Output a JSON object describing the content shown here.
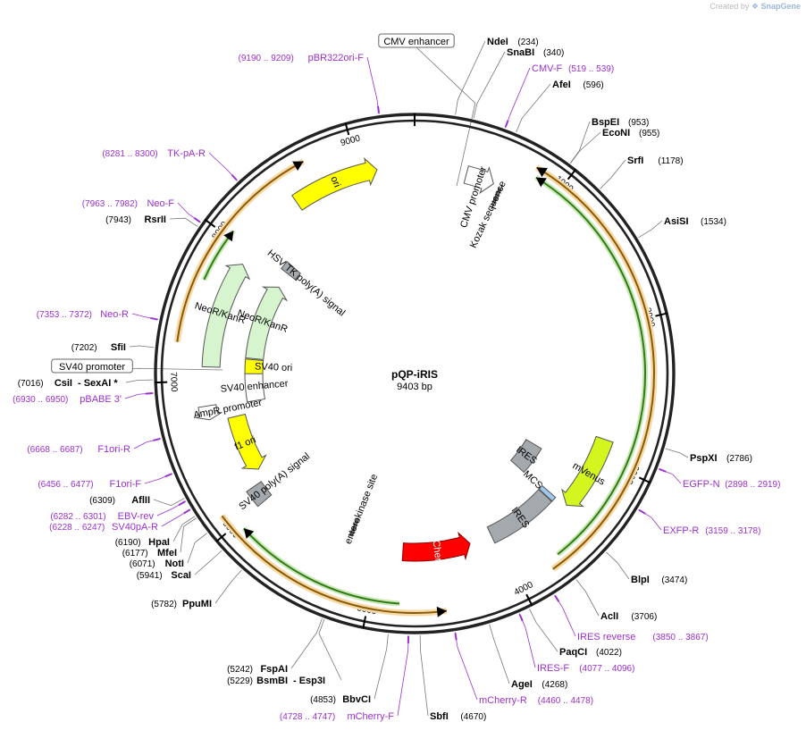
{
  "watermark": {
    "prefix": "Created by",
    "brand": "SnapGene"
  },
  "plasmid": {
    "name": "pQP-iRIS",
    "size": "9403 bp",
    "length": 9403
  },
  "colors": {
    "enzyme_text": "#000000",
    "primer": "#9b30d0",
    "orange_arc": "#e8b169",
    "green_arc": "#5fb336",
    "yellow_feature": "#ffff00",
    "neo_feature": "#d6f5cf",
    "mvenus": "#d5f51f",
    "mcherry": "#ff0000",
    "ires": "#a4a9ae",
    "mcs": "#9fc8ec",
    "white_feature": "#ffffff"
  },
  "ticks": [
    "1000",
    "2000",
    "3000",
    "4000",
    "5000",
    "6000",
    "7000",
    "8000",
    "9000"
  ],
  "enzymes": [
    {
      "name": "NdeI",
      "pos": "(234)",
      "bp": 234
    },
    {
      "name": "SnaBI",
      "pos": "(340)",
      "bp": 340
    },
    {
      "name": "AfeI",
      "pos": "(596)",
      "bp": 596
    },
    {
      "name": "BspEI",
      "pos": "(953)",
      "bp": 953
    },
    {
      "name": "EcoNI",
      "pos": "(955)",
      "bp": 955
    },
    {
      "name": "SrfI",
      "pos": "(1178)",
      "bp": 1178
    },
    {
      "name": "AsiSI",
      "pos": "(1534)",
      "bp": 1534
    },
    {
      "name": "PspXI",
      "pos": "(2786)",
      "bp": 2786
    },
    {
      "name": "BlpI",
      "pos": "(3474)",
      "bp": 3474
    },
    {
      "name": "AclI",
      "pos": "(3706)",
      "bp": 3706
    },
    {
      "name": "PaqCI",
      "pos": "(4022)",
      "bp": 4022
    },
    {
      "name": "AgeI",
      "pos": "(4268)",
      "bp": 4268
    },
    {
      "name": "SbfI",
      "pos": "(4670)",
      "bp": 4670
    },
    {
      "name": "BbvCI",
      "pos": "(4853)",
      "bp": 4853
    },
    {
      "name": "FspAI",
      "pos": "(5242)",
      "bp": 5242
    },
    {
      "name": "BsmBI",
      "pos": "(5229)",
      "bp": 5229,
      "extra": "- Esp3I"
    },
    {
      "name": "PpuMI",
      "pos": "(5782)",
      "bp": 5782
    },
    {
      "name": "ScaI",
      "pos": "(5941)",
      "bp": 5941
    },
    {
      "name": "NotI",
      "pos": "(6071)",
      "bp": 6071
    },
    {
      "name": "MfeI",
      "pos": "(6177)",
      "bp": 6177
    },
    {
      "name": "HpaI",
      "pos": "(6190)",
      "bp": 6190
    },
    {
      "name": "AflII",
      "pos": "(6309)",
      "bp": 6309
    },
    {
      "name": "CsiI",
      "pos": "(7016)",
      "bp": 7016,
      "extra": "- SexAI *"
    },
    {
      "name": "SfiI",
      "pos": "(7202)",
      "bp": 7202
    },
    {
      "name": "RsrII",
      "pos": "(7943)",
      "bp": 7943
    }
  ],
  "primers": [
    {
      "name": "pBR322ori-F",
      "range": "(9190 .. 9209)",
      "bp": 9199
    },
    {
      "name": "CMV-F",
      "range": "(519 .. 539)",
      "bp": 529
    },
    {
      "name": "TK-pA-R",
      "range": "(8281 .. 8300)",
      "bp": 8290
    },
    {
      "name": "Neo-F",
      "range": "(7963 .. 7982)",
      "bp": 7972
    },
    {
      "name": "Neo-R",
      "range": "(7353 .. 7372)",
      "bp": 7362
    },
    {
      "name": "pBABE 3'",
      "range": "(6930 .. 6950)",
      "bp": 6940
    },
    {
      "name": "F1ori-R",
      "range": "(6668 .. 6687)",
      "bp": 6677
    },
    {
      "name": "F1ori-F",
      "range": "(6456 .. 6477)",
      "bp": 6466
    },
    {
      "name": "EBV-rev",
      "range": "(6282 .. 6301)",
      "bp": 6291
    },
    {
      "name": "SV40pA-R",
      "range": "(6228 .. 6247)",
      "bp": 6237
    },
    {
      "name": "EGFP-N",
      "range": "(2898 .. 2919)",
      "bp": 2908
    },
    {
      "name": "EXFP-R",
      "range": "(3159 .. 3178)",
      "bp": 3168
    },
    {
      "name": "IRES reverse",
      "range": "(3850 .. 3867)",
      "bp": 3858
    },
    {
      "name": "IRES-F",
      "range": "(4077 .. 4096)",
      "bp": 4086
    },
    {
      "name": "mCherry-R",
      "range": "(4460 .. 4478)",
      "bp": 4469
    },
    {
      "name": "mCherry-F",
      "range": "(4728 .. 4747)",
      "bp": 4737
    }
  ],
  "boxed_features": [
    {
      "name": "CMV enhancer",
      "bp": 330
    },
    {
      "name": "SV40 promoter",
      "bp": 7080
    }
  ],
  "features": [
    {
      "id": "cmv-promoter",
      "label": "CMV promoter",
      "start": 380,
      "end": 590,
      "style": "white",
      "dir": 1
    },
    {
      "id": "kozak",
      "label": "Kozak sequence",
      "start": 640,
      "end": 660,
      "style": "kozak",
      "dir": 1
    },
    {
      "id": "mvenus",
      "label": "mVenus",
      "start": 2850,
      "end": 3420,
      "style": "mvenus",
      "dir": 1
    },
    {
      "id": "mcs",
      "label": "MCS",
      "start": 3430,
      "end": 3470,
      "style": "mcs",
      "dir": 0
    },
    {
      "id": "ires1",
      "label": "IRES",
      "start": 3475,
      "end": 4040,
      "style": "ires",
      "dir": 0
    },
    {
      "id": "ires2",
      "label": "IRES",
      "start": 3150,
      "end": 3450,
      "style": "ires",
      "dir": 0
    },
    {
      "id": "mcherry",
      "label": "mCherry",
      "start": 4230,
      "end": 4800,
      "style": "mcherry",
      "dir": -1
    },
    {
      "id": "enterokinase",
      "label": "enterokinase site",
      "start": 5250,
      "end": 5270,
      "style": "kozak",
      "dir": 0
    },
    {
      "id": "sv40pa",
      "label": "SV40 poly(A) signal",
      "start": 6000,
      "end": 6135,
      "style": "gray",
      "dir": 0
    },
    {
      "id": "f1ori",
      "label": "f1 ori",
      "start": 6230,
      "end": 6700,
      "style": "yellow",
      "dir": -1
    },
    {
      "id": "amp-promoter",
      "label": "AmpR promoter",
      "start": 6720,
      "end": 6820,
      "style": "white",
      "dir": -1
    },
    {
      "id": "sv40-enhancer",
      "label": "SV40 enhancer",
      "start": 6800,
      "end": 7060,
      "style": "white",
      "dir": 0
    },
    {
      "id": "sv40-ori",
      "label": "SV40 ori",
      "start": 7050,
      "end": 7180,
      "style": "yellow",
      "dir": 0
    },
    {
      "id": "neo2",
      "label": "NeoR/KanR",
      "start": 7190,
      "end": 7900,
      "style": "neo",
      "dir": 1
    },
    {
      "id": "neo1",
      "label": "NeoR/KanR",
      "start": 7100,
      "end": 7900,
      "style": "neo",
      "dir": 1
    },
    {
      "id": "hsvtk",
      "label": "HSV TK poly(A) signal",
      "start": 8050,
      "end": 8130,
      "style": "gray",
      "dir": 0
    },
    {
      "id": "ori",
      "label": "ori",
      "start": 8500,
      "end": 9130,
      "style": "yellow",
      "dir": 1
    }
  ],
  "arcs": [
    {
      "start": 800,
      "end": 3780,
      "kind": "orange",
      "dir": -1
    },
    {
      "start": 830,
      "end": 3700,
      "kind": "green",
      "dir": -1
    },
    {
      "start": 4500,
      "end": 6100,
      "kind": "orange",
      "dir": -1
    },
    {
      "start": 4800,
      "end": 5950,
      "kind": "green",
      "dir": 1
    },
    {
      "start": 7250,
      "end": 8680,
      "kind": "orange",
      "dir": 1
    },
    {
      "start": 7680,
      "end": 8050,
      "kind": "green",
      "dir": 1
    }
  ]
}
